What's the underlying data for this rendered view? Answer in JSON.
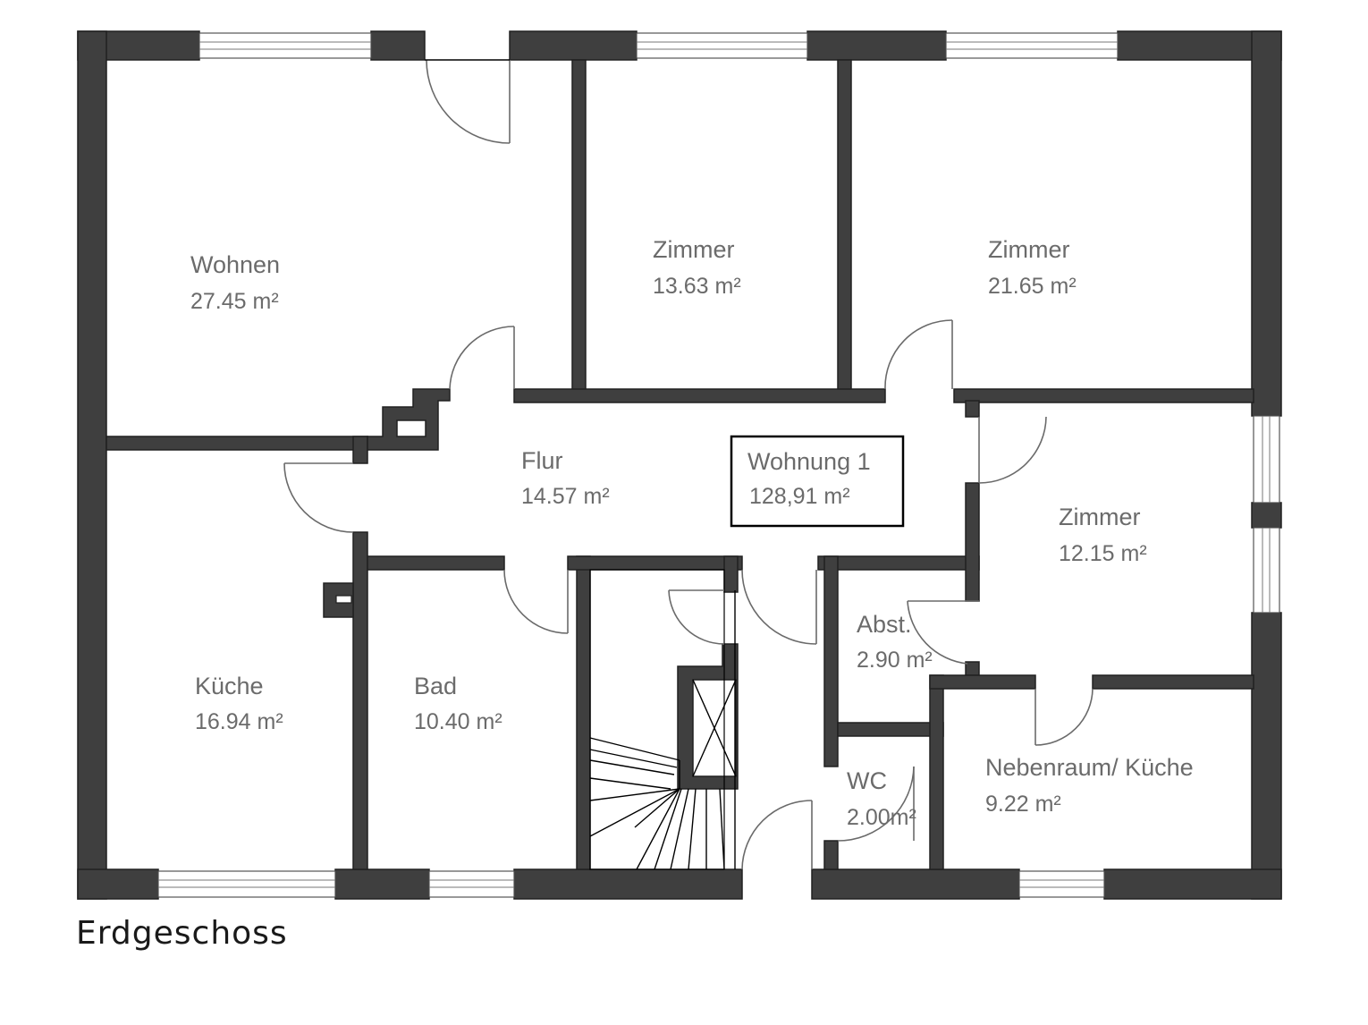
{
  "floor_label": "Erdgeschoss",
  "colors": {
    "wall": "#3f3f3f",
    "text": "#6b6b6b",
    "background": "#ffffff"
  },
  "unit": {
    "name": "Wohnung 1",
    "area": "128,91  m²"
  },
  "rooms": {
    "wohnen": {
      "name": "Wohnen",
      "area": "27.45  m²"
    },
    "zimmer1": {
      "name": "Zimmer",
      "area": "13.63  m²"
    },
    "zimmer2": {
      "name": "Zimmer",
      "area": "21.65  m²"
    },
    "flur": {
      "name": "Flur",
      "area": "14.57  m²"
    },
    "zimmer3": {
      "name": "Zimmer",
      "area": "12.15  m²"
    },
    "abst": {
      "name": "Abst.",
      "area": "2.90  m²"
    },
    "kueche": {
      "name": "Küche",
      "area": "16.94  m²"
    },
    "bad": {
      "name": "Bad",
      "area": "10.40  m²"
    },
    "wc": {
      "name": "WC",
      "area": "2.00m²"
    },
    "nebenraum": {
      "name": "Nebenraum/ Küche",
      "area": "9.22  m²"
    }
  }
}
